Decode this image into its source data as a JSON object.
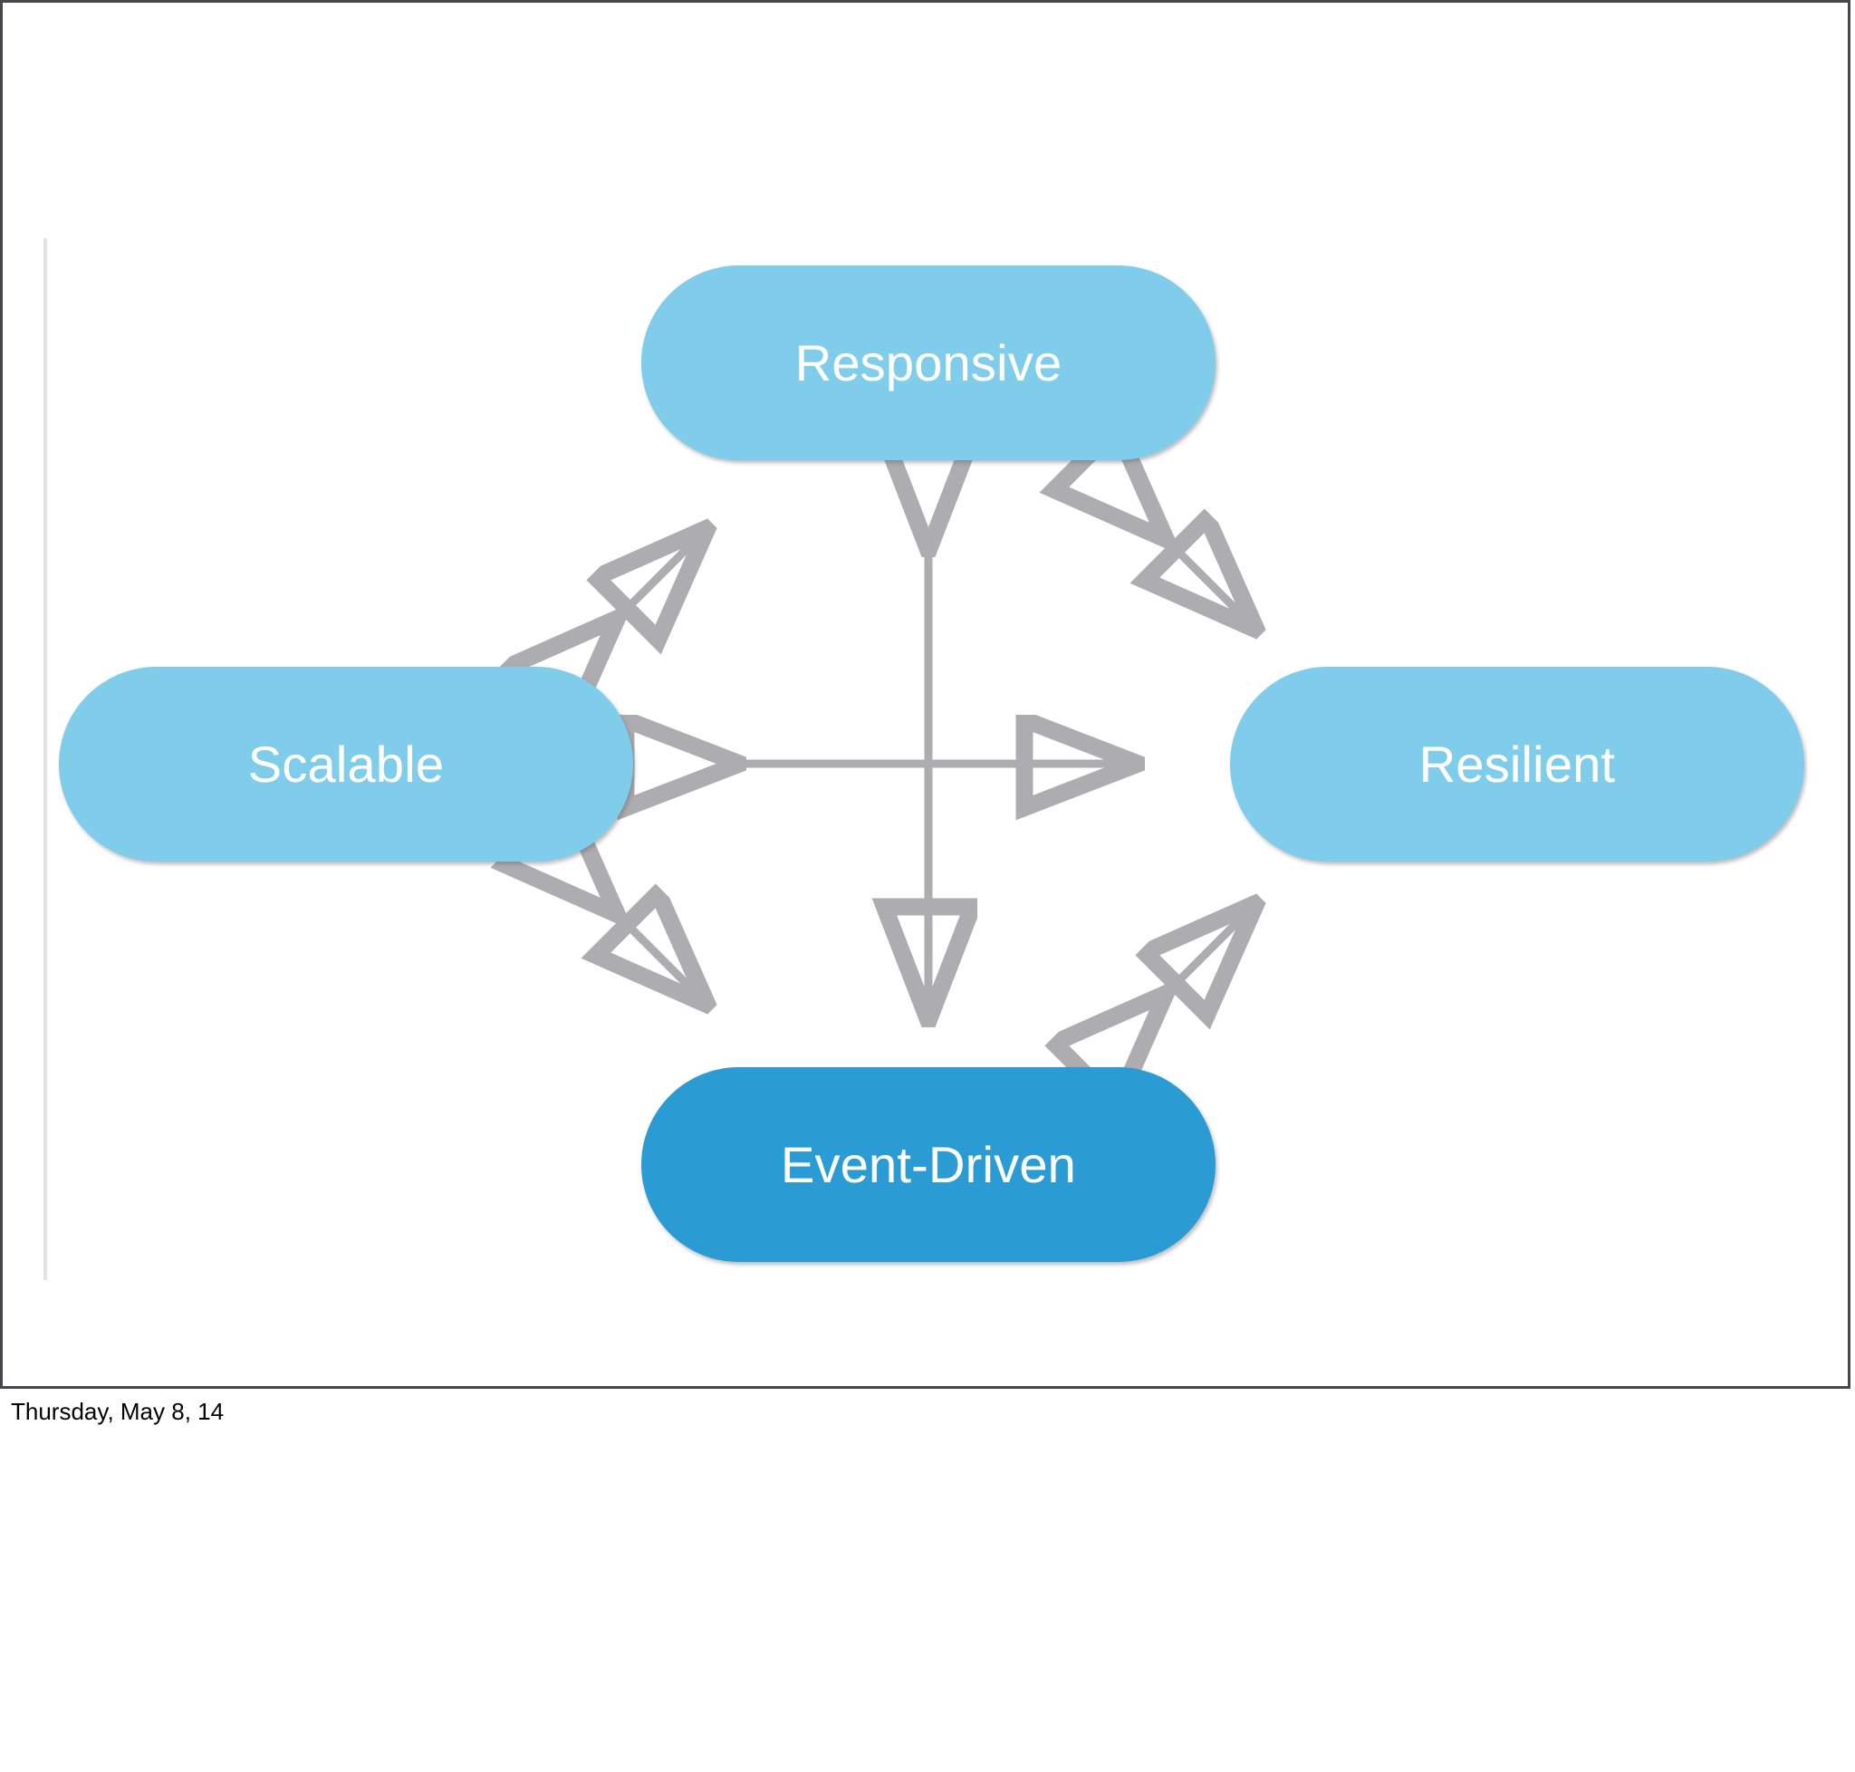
{
  "slide": {
    "type": "reactive-traits-diagram",
    "background_color": "#ffffff",
    "border_color": "#46464c",
    "nodes": [
      {
        "id": "responsive",
        "label": "Responsive",
        "position": "top",
        "fill_color": "#7FCDEA",
        "text_color": "#ffffff"
      },
      {
        "id": "scalable",
        "label": "Scalable",
        "position": "left",
        "fill_color": "#7FCDEA",
        "text_color": "#ffffff"
      },
      {
        "id": "resilient",
        "label": "Resilient",
        "position": "right",
        "fill_color": "#7FCDEA",
        "text_color": "#ffffff"
      },
      {
        "id": "event-driven",
        "label": "Event-Driven",
        "position": "bottom",
        "fill_color": "#2A9BD3",
        "text_color": "#ffffff"
      }
    ],
    "connectors": {
      "style": "double-headed-arrow",
      "color": "#A9A9AD",
      "head_style": "hollow-triangle",
      "links": [
        {
          "from": "responsive",
          "to": "event-driven",
          "orientation": "vertical"
        },
        {
          "from": "scalable",
          "to": "resilient",
          "orientation": "horizontal"
        },
        {
          "from": "scalable",
          "to": "responsive",
          "orientation": "diagonal-up-right"
        },
        {
          "from": "responsive",
          "to": "resilient",
          "orientation": "diagonal-down-right"
        },
        {
          "from": "scalable",
          "to": "event-driven",
          "orientation": "diagonal-down-right"
        },
        {
          "from": "event-driven",
          "to": "resilient",
          "orientation": "diagonal-up-right"
        }
      ]
    }
  },
  "footer": {
    "date_text": "Thursday, May 8, 14"
  }
}
